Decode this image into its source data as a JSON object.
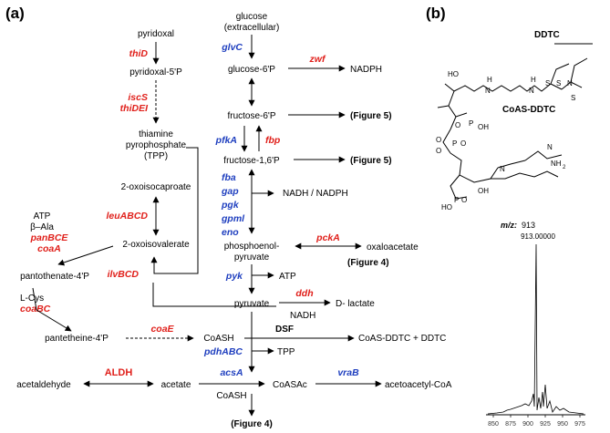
{
  "panels": {
    "a": "(a)",
    "b": "(b)"
  },
  "colors": {
    "red": "#e0201b",
    "blue": "#1f3fbf",
    "black": "#000000"
  },
  "metabolites": {
    "pyridoxal": "pyridoxal",
    "pyridoxal5p": "pyridoxal-5'P",
    "tpp1": "thiamine",
    "tpp2": "pyrophosphate",
    "tpp3": "(TPP)",
    "oxoisocaproate": "2-oxoisocaproate",
    "atp1": "ATP",
    "bala": "β–Ala",
    "oxoisovalerate": "2-oxoisovalerate",
    "pantothenate": "pantothenate-4'P",
    "lcys": "L-Cys",
    "pantetheine": "pantetheine-4'P",
    "coash1": "CoASH",
    "coasdtc": "CoAS-DDTC  +  DDTC",
    "acetaldehyde": "acetaldehyde",
    "acetate": "acetate",
    "coasac": "CoASAc",
    "acetoacetyl": "acetoacetyl-CoA",
    "coash2": "CoASH",
    "fig4bottom": "(Figure 4)",
    "glucose1": "glucose",
    "glucose2": "(extracellular)",
    "glucose6p": "glucose-6'P",
    "nadph": "NADPH",
    "fructose6p": "fructose-6'P",
    "fig5a": "(Figure 5)",
    "fructose16p": "fructose-1,6'P",
    "fig5b": "(Figure 5)",
    "nadhnadph": "NADH / NADPH",
    "pep1": "phosphoenol-",
    "pep2": "pyruvate",
    "oxaloacetate": "oxaloacetate",
    "fig4mid": "(Figure 4)",
    "atp2": "ATP",
    "pyruvate": "pyruvate",
    "dlactate": "D- lactate",
    "nadh": "NADH",
    "dsf": "DSF",
    "tpp": "TPP"
  },
  "enzymes_red": {
    "thiD": "thiD",
    "iscS": "iscS",
    "thiDEI": "thiDEI",
    "leuABCD": "leuABCD",
    "panBCE": "panBCE",
    "coaA": "coaA",
    "ilvBCD": "ilvBCD",
    "coaBC": "coaBC",
    "coaE": "coaE",
    "ALDH": "ALDH",
    "zwf": "zwf",
    "fbp": "fbp",
    "pckA": "pckA",
    "ddh": "ddh"
  },
  "enzymes_blue": {
    "glvC": "glvC",
    "pfkA": "pfkA",
    "fba": "fba",
    "gap": "gap",
    "pgk": "pgk",
    "gpml": "gpml",
    "eno": "eno",
    "pyk": "pyk",
    "pdhABC": "pdhABC",
    "acsA": "acsA",
    "vraB": "vraB"
  },
  "structure": {
    "ddtc": "DDTC",
    "coasddtc": "CoAS-DDTC",
    "mz_label": "m/z:",
    "mz_value": "913",
    "nh2": "NH",
    "nh2sub": "2"
  },
  "spectrum": {
    "peak_label": "913.00000",
    "ticks": [
      "850",
      "875",
      "900",
      "925",
      "950",
      "975"
    ]
  }
}
